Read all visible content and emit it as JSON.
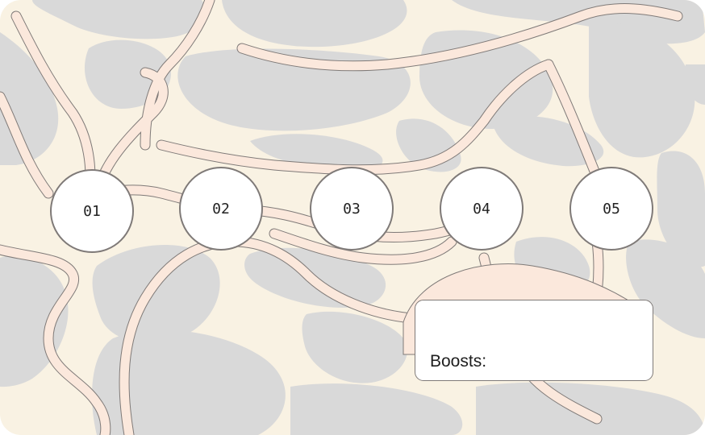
{
  "colors": {
    "background": "#f9f2e3",
    "gray_blob": "#d9d9d9",
    "path": "#fbe8dc",
    "outline": "#7f7a78"
  },
  "slots": [
    {
      "label": "01"
    },
    {
      "label": "02"
    },
    {
      "label": "03"
    },
    {
      "label": "04"
    },
    {
      "label": "05"
    }
  ],
  "boosts": {
    "label": "Boosts:"
  }
}
